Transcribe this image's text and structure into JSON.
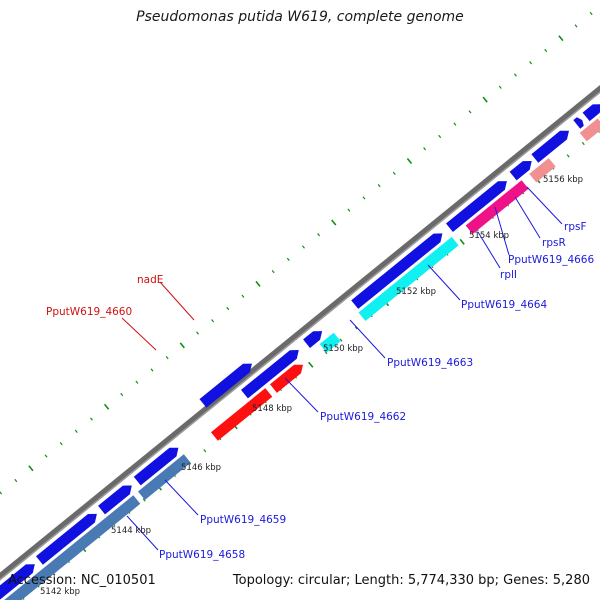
{
  "title": "Pseudomonas putida W619, complete genome",
  "footer": {
    "accession": "Accession: NC_010501",
    "summary": "Topology: circular; Length: 5,774,330 bp; Genes: 5,280"
  },
  "colors": {
    "gene_blue": "#1010e0",
    "red": "#ff1010",
    "cyan": "#10f0f0",
    "magenta": "#ee1188",
    "salmon": "#f09090",
    "steelblue": "#4a7ab4",
    "orange": "#ff8c10",
    "label_blue": "#1a1adc",
    "label_red": "#d01010",
    "tick_green": "#109010"
  },
  "kbp_labels": [
    "5142 kbp",
    "5144 kbp",
    "5146 kbp",
    "5148 kbp",
    "5150 kbp",
    "5152 kbp",
    "5154 kbp",
    "5156 kbp"
  ],
  "gene_labels": [
    {
      "text": "nadE",
      "color": "red"
    },
    {
      "text": "PputW619_4660",
      "color": "red"
    },
    {
      "text": "PputW619_4662",
      "color": "blue"
    },
    {
      "text": "PputW619_4663",
      "color": "blue"
    },
    {
      "text": "PputW619_4664",
      "color": "blue"
    },
    {
      "text": "rplI",
      "color": "blue"
    },
    {
      "text": "PputW619_4666",
      "color": "blue"
    },
    {
      "text": "rpsR",
      "color": "blue"
    },
    {
      "text": "rpsF",
      "color": "blue"
    },
    {
      "text": "PputW619_4659",
      "color": "blue"
    },
    {
      "text": "PputW619_4658",
      "color": "blue"
    }
  ]
}
